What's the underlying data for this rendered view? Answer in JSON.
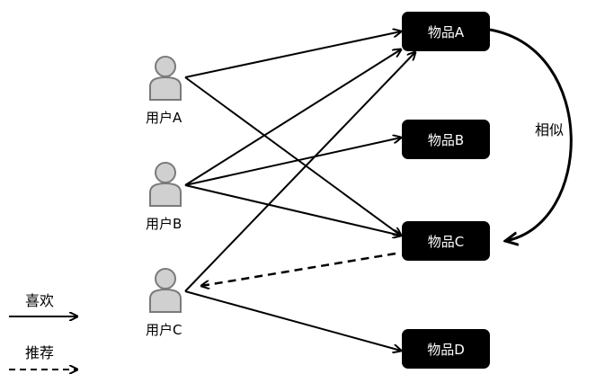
{
  "users": [
    {
      "id": "A",
      "label": "用户A"
    },
    {
      "id": "B",
      "label": "用户B"
    },
    {
      "id": "C",
      "label": "用户C"
    }
  ],
  "items": [
    {
      "id": "A",
      "label": "物品A"
    },
    {
      "id": "B",
      "label": "物品B"
    },
    {
      "id": "C",
      "label": "物品C"
    },
    {
      "id": "D",
      "label": "物品D"
    }
  ],
  "likes": [
    {
      "user": "A",
      "item": "A"
    },
    {
      "user": "A",
      "item": "C"
    },
    {
      "user": "B",
      "item": "A"
    },
    {
      "user": "B",
      "item": "B"
    },
    {
      "user": "B",
      "item": "C"
    },
    {
      "user": "C",
      "item": "A"
    },
    {
      "user": "C",
      "item": "D"
    }
  ],
  "recommendations": [
    {
      "item": "C",
      "user": "C"
    }
  ],
  "similarity": {
    "from": "A",
    "to": "C",
    "label": "相似"
  },
  "legend": {
    "like_label": "喜欢",
    "recommend_label": "推荐"
  },
  "colors": {
    "user_icon": "#d0d0d0",
    "user_icon_stroke": "#7a7a7a",
    "item_box": "#000000",
    "arrow": "#000000"
  }
}
